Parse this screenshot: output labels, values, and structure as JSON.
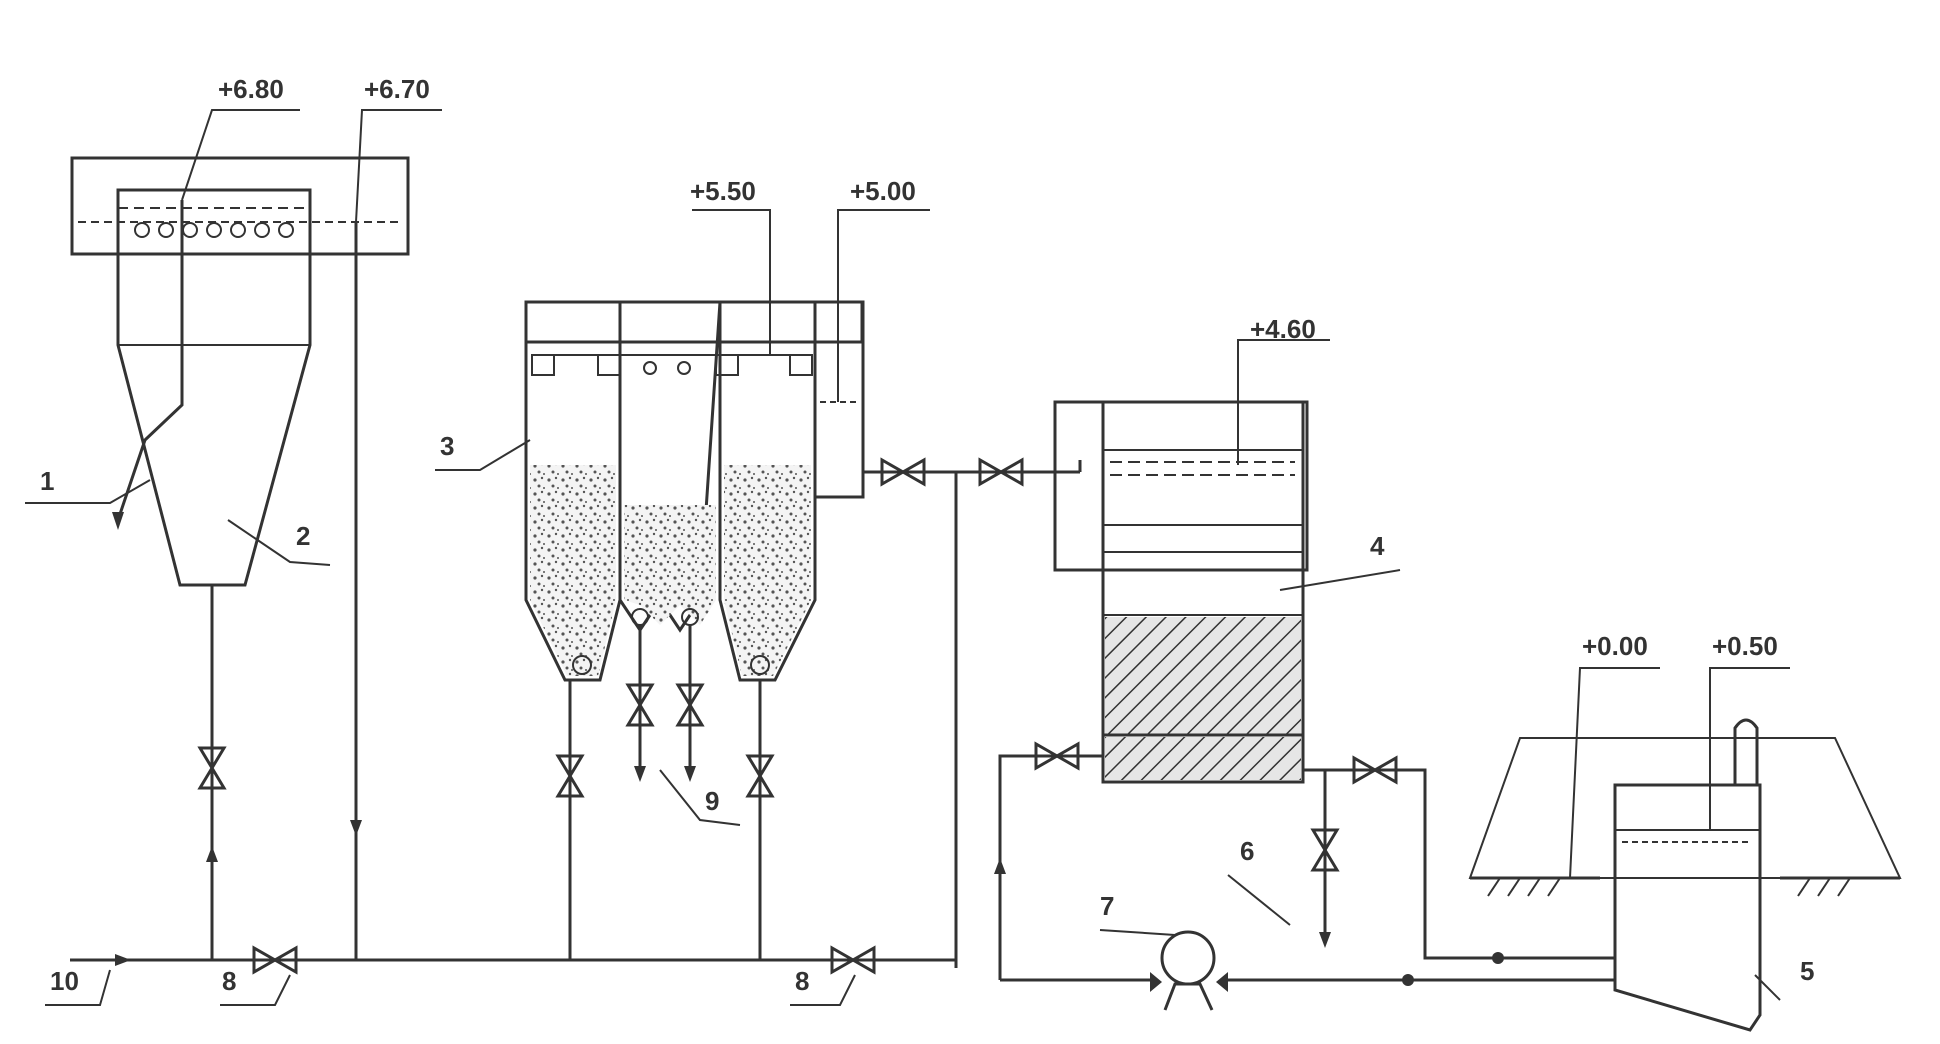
{
  "elevations": {
    "clarifier_outlet": "+6.80",
    "clarifier_level": "+6.70",
    "filter_top": "+5.50",
    "filter_trough": "+5.00",
    "tank_level": "+4.60",
    "ground": "+0.00",
    "reservoir_level": "+0.50"
  },
  "labels": {
    "n1": "1",
    "n2": "2",
    "n3": "3",
    "n4": "4",
    "n5": "5",
    "n6": "6",
    "n7": "7",
    "n8a": "8",
    "n8b": "8",
    "n9": "9",
    "n10": "10"
  }
}
